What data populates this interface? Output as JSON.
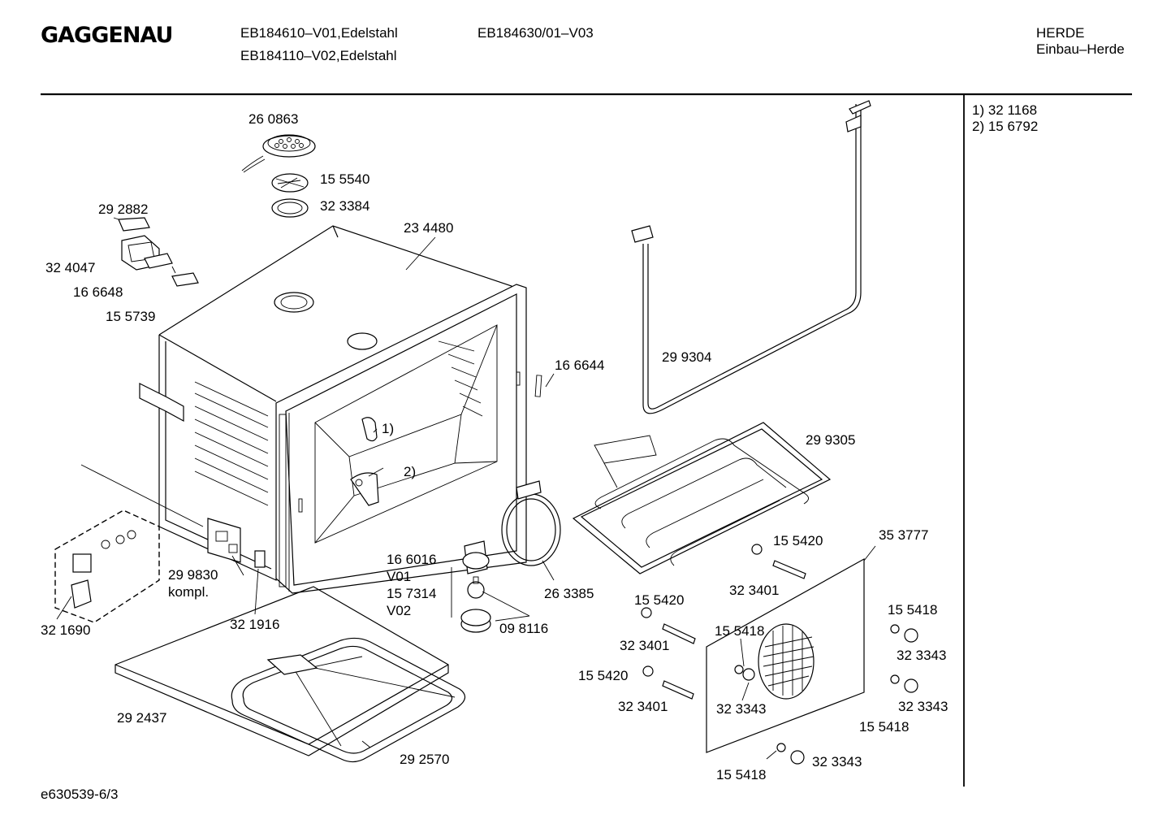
{
  "header": {
    "brand": "GAGGENAU",
    "model_line_1": "EB184610–V01,Edelstahl",
    "model_line_2": "EB184110–V02,Edelstahl",
    "model_line_3": "EB184630/01–V03",
    "category": "HERDE",
    "subcategory": "Einbau–Herde"
  },
  "notes": [
    "1) 32 1168",
    "2) 15 6792"
  ],
  "parts": {
    "p260863": "26 0863",
    "p155540": "15 5540",
    "p323384": "32 3384",
    "p292882": "29 2882",
    "p324047": "32 4047",
    "p166648": "16 6648",
    "p155739": "15 5739",
    "p234480": "23 4480",
    "p166644": "16 6644",
    "p299304": "29 9304",
    "p299305": "29 9305",
    "callout1": "1)",
    "callout2": "2)",
    "p299830": "29 9830",
    "p299830_note": "kompl.",
    "p321690": "32 1690",
    "p321916": "32 1916",
    "p166016": "16 6016",
    "v01": "V01",
    "p157314": "15 7314",
    "v02": "V02",
    "p263385": "26 3385",
    "p098116": "09 8116",
    "p155420_a": "15 5420",
    "p323401_a": "32 3401",
    "p353777": "35 3777",
    "p155420_b": "15 5420",
    "p323401_b": "32 3401",
    "p155418_a": "15 5418",
    "p155418_b": "15 5418",
    "p323343_a": "32 3343",
    "p155420_c": "15 5420",
    "p323401_c": "32 3401",
    "p323343_b": "32 3343",
    "p323343_c": "32 3343",
    "p155418_c": "15 5418",
    "p292437": "29 2437",
    "p292570": "29 2570",
    "p155418_d": "15 5418",
    "p323343_d": "32 3343"
  },
  "footer": {
    "doc_id": "e630539-6/3"
  }
}
